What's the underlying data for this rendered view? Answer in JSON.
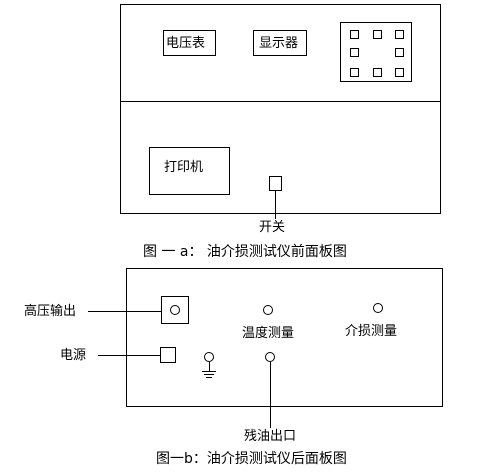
{
  "front_panel": {
    "voltmeter": "电压表",
    "display": "显示器",
    "printer": "打印机",
    "switch": "开关",
    "caption": "图 一 a： 油介损测试仪前面板图"
  },
  "rear_panel": {
    "high_voltage_output": "高压输出",
    "power": "电源",
    "temperature_measure": "温度测量",
    "dielectric_loss_measure": "介损测量",
    "residual_oil_outlet": "残油出口",
    "caption": "图一b：油介损测试仪后面板图"
  }
}
